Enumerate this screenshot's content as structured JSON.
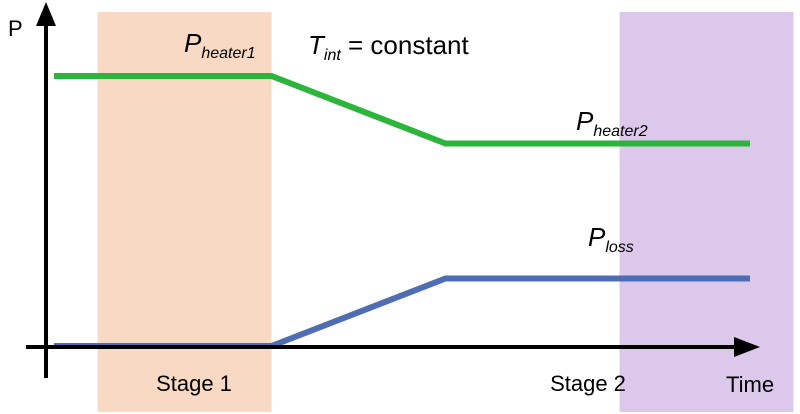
{
  "chart_data": {
    "type": "line",
    "xlabel": "Time",
    "ylabel": "P",
    "annotation": {
      "symbol": "T",
      "subscript": "int",
      "text": " = constant"
    },
    "bands": [
      {
        "name": "Stage 1",
        "x": [
          1,
          5
        ],
        "color": "#f7d9c4"
      },
      {
        "name": "Stage 2",
        "x": [
          13,
          17
        ],
        "color": "#dcc8ea"
      }
    ],
    "series": [
      {
        "symbol": "P",
        "subscript": "heater1",
        "label2_symbol": "P",
        "label2_subscript": "heater2",
        "color": "#2bb53a",
        "x": [
          0,
          5,
          9,
          16
        ],
        "y": [
          0.8,
          0.8,
          0.6,
          0.6
        ]
      },
      {
        "symbol": "P",
        "subscript": "loss",
        "color": "#4f6db3",
        "x": [
          0,
          5,
          9,
          16
        ],
        "y": [
          0.0,
          0.0,
          0.2,
          0.2
        ]
      }
    ]
  }
}
